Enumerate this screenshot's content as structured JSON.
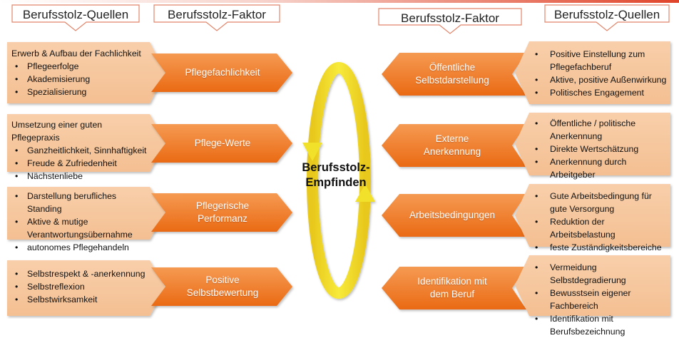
{
  "headers": {
    "left_sources": "Berufsstolz-Quellen",
    "left_factor": "Berufsstolz-Faktor",
    "right_factor": "Berufsstolz-Faktor",
    "right_sources": "Berufsstolz-Quellen"
  },
  "center": {
    "line1": "Berufsstolz-",
    "line2": "Empfinden"
  },
  "left_rows": [
    {
      "intro": "Erwerb & Aufbau der Fachlichkeit",
      "bullets": [
        "Pflegeerfolge",
        "Akademisierung",
        "Spezialisierung"
      ],
      "factor": [
        "Pflegefachlichkeit"
      ]
    },
    {
      "intro": "Umsetzung einer guten Pflegepraxis",
      "bullets": [
        "Ganzheitlichkeit, Sinnhaftigkeit",
        "Freude & Zufriedenheit",
        "Nächstenliebe"
      ],
      "factor": [
        "Pflege-Werte"
      ]
    },
    {
      "intro": "",
      "bullets": [
        "Darstellung berufliches Standing",
        "Aktive & mutige Verantwortungsübernahme",
        "autonomes Pflegehandeln"
      ],
      "factor": [
        "Pflegerische",
        "Performanz"
      ]
    },
    {
      "intro": "",
      "bullets": [
        "Selbstrespekt & -anerkennung",
        "Selbstreflexion",
        "Selbstwirksamkeit"
      ],
      "factor": [
        "Positive",
        "Selbstbewertung"
      ]
    }
  ],
  "right_rows": [
    {
      "factor": [
        "Öffentliche",
        "Selbstdarstellung"
      ],
      "bullets": [
        "Positive Einstellung zum Pflegefachberuf",
        "Aktive, positive Außenwirkung",
        "Politisches Engagement"
      ]
    },
    {
      "factor": [
        "Externe",
        "Anerkennung"
      ],
      "bullets": [
        "Öffentliche / politische Anerkennung",
        "Direkte Wertschätzung",
        "Anerkennung durch Arbeitgeber"
      ]
    },
    {
      "factor": [
        "Arbeitsbedingungen"
      ],
      "bullets": [
        "Gute Arbeitsbedingung für gute Versorgung",
        "Reduktion der Arbeitsbelastung",
        "feste Zuständigkeitsbereiche"
      ]
    },
    {
      "factor": [
        "Identifikation mit",
        "dem Beruf"
      ],
      "bullets": [
        "Vermeidung Selbstdegradierung",
        "Bewusstsein eigener Fachbereich",
        "Identifikation mit Berufsbezeichnung"
      ]
    }
  ],
  "colors": {
    "source_fill": "#f6c79f",
    "factor_top": "#f59a52",
    "factor_bottom": "#ea6a14",
    "cycle_arrow": "#f2e12a",
    "header_border": "#e2856a"
  }
}
